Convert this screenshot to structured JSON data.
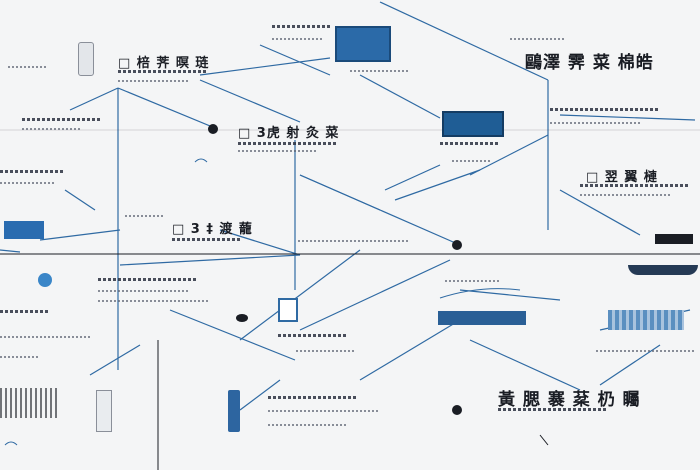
{
  "headings": {
    "top_right": "鷗澤 霁 菜 棉皓",
    "center": "□ 3虎 射 灸 菜",
    "right_mid": "□ 翌 翼 槤",
    "left_mid": "□ 3 ‡ 渡 蘢",
    "bottom_right": "黃 腮 褰 棻 㭁 矚",
    "top_left": "□ 棓 荠 暝 琏"
  },
  "colors": {
    "ink": "#1a1d24",
    "accent": "#1f5d95",
    "line": "#2f6aa3",
    "bg": "#f4f5f6"
  },
  "icons": [
    "phone-icon",
    "tablet-icon",
    "monitor-icon",
    "server-icon",
    "document-icon",
    "router-icon",
    "ship-icon",
    "gear-icon",
    "cloud-icon",
    "keyboard-icon",
    "node-icon"
  ]
}
